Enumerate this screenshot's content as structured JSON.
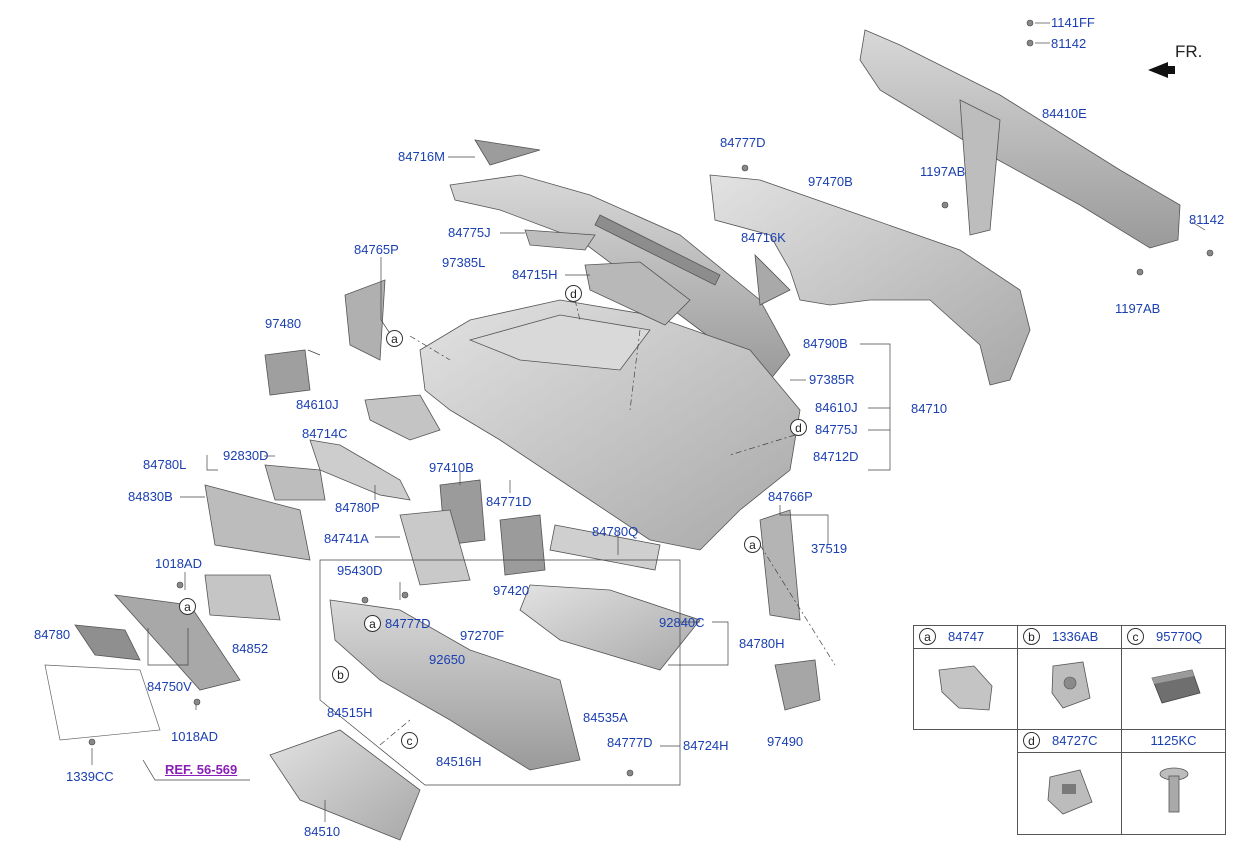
{
  "direction_label": "FR.",
  "reference": "REF. 56-569",
  "parts": [
    "1141FF",
    "81142",
    "84410E",
    "84777D",
    "97470B",
    "1197AB",
    "81142",
    "1197AB",
    "84716M",
    "84716K",
    "84775J",
    "84765P",
    "97385L",
    "84715H",
    "97480",
    "84790B",
    "97385R",
    "84610J",
    "84610J",
    "84710",
    "84714C",
    "84775J",
    "84780L",
    "92830D",
    "84712D",
    "97410B",
    "84830B",
    "84780P",
    "84771D",
    "84766P",
    "84741A",
    "84780Q",
    "37519",
    "1018AD",
    "95430D",
    "97420",
    "84780",
    "84777D",
    "97270F",
    "92840C",
    "84852",
    "84780H",
    "92650",
    "84750V",
    "1018AD",
    "84515H",
    "84535A",
    "84724H",
    "84777D",
    "97490",
    "1339CC",
    "84516H",
    "84510"
  ],
  "callouts": [
    "d",
    "a",
    "d",
    "a",
    "a",
    "a",
    "b",
    "c"
  ],
  "legend": [
    {
      "letter": "a",
      "part": "84747"
    },
    {
      "letter": "b",
      "part": "1336AB"
    },
    {
      "letter": "c",
      "part": "95770Q"
    },
    {
      "letter": "d",
      "part": "84727C"
    },
    {
      "letter": "",
      "part": "1125KC"
    }
  ],
  "colors": {
    "part_label": "#1a3fb0",
    "reference": "#8a1fb5",
    "line": "#333333",
    "part_fill": "#c9c9c9"
  }
}
